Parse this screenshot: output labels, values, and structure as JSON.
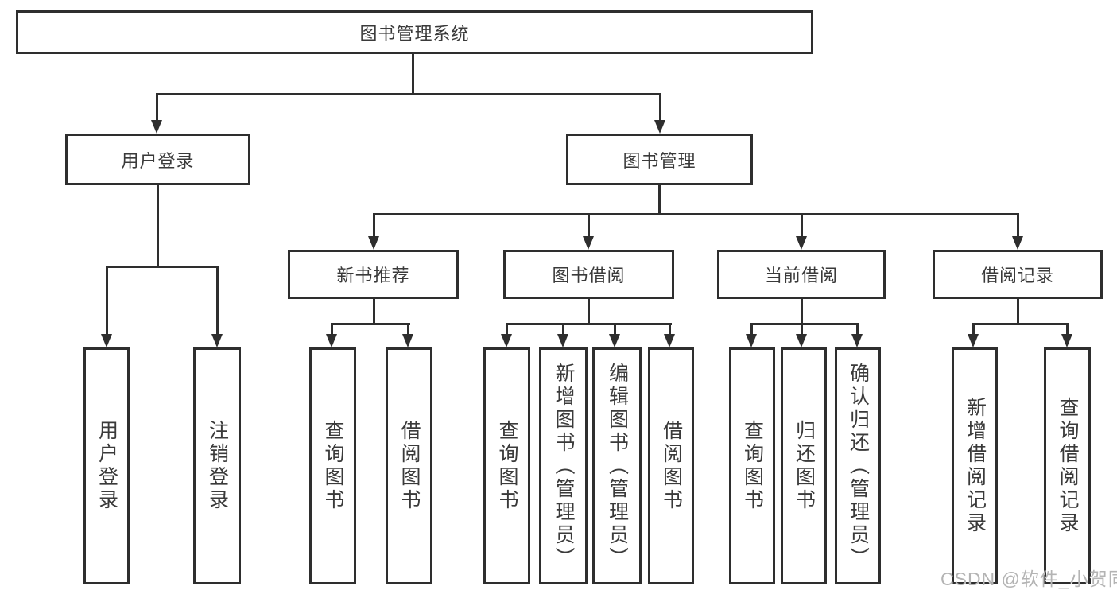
{
  "colors": {
    "line": "#2e2e2e",
    "box_border": "#2e2e2e",
    "text": "#3a3a3a",
    "background": "#ffffff",
    "watermark": "#b4b4b4"
  },
  "nodes": {
    "root": "图书管理系统",
    "level2": [
      "用户登录",
      "图书管理"
    ],
    "level3": [
      "新书推荐",
      "图书借阅",
      "当前借阅",
      "借阅记录"
    ],
    "leaves": {
      "user_login": [
        "用户登录",
        "注销登录"
      ],
      "new_book_recommend": [
        "查询图书",
        "借阅图书"
      ],
      "book_borrow": [
        "查询图书",
        "新增图书（管理员）",
        "编辑图书（管理员）",
        "借阅图书"
      ],
      "current_borrow": [
        "查询图书",
        "归还图书",
        "确认归还（管理员）"
      ],
      "borrow_records": [
        "新增借阅记录",
        "查询借阅记录"
      ]
    }
  },
  "watermark": "CSDN @软件_小贺同学"
}
